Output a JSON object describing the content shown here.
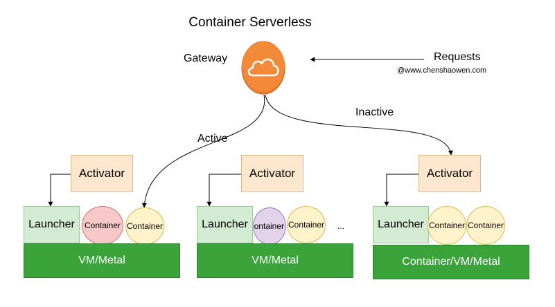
{
  "title": "Container Serverless",
  "gateway": {
    "label": "Gateway",
    "icon": "cloud-icon"
  },
  "requests": {
    "label": "Requests",
    "credit": "@www.chenshaowen.com"
  },
  "edges": {
    "active": "Active",
    "inactive": "Inactive"
  },
  "colors": {
    "gateway": "#ee7d2e",
    "activator_fill": "#fde7cf",
    "launcher_fill": "#d4ebd3",
    "vm_fill": "#3aa33a",
    "container_red": "#f7c8c8",
    "container_yellow": "#fff3cc",
    "container_purple": "#e2d3ea"
  },
  "groups": [
    {
      "activator": "Activator",
      "launcher": "Launcher",
      "containers": [
        "Container",
        "Container"
      ],
      "extra": "",
      "base": "VM/Metal"
    },
    {
      "activator": "Activator",
      "launcher": "Launcher",
      "containers": [
        "Container",
        "Container"
      ],
      "extra": "...",
      "base": "VM/Metal"
    },
    {
      "activator": "Activator",
      "launcher": "Launcher",
      "containers": [
        "Container",
        "Container"
      ],
      "extra": "",
      "base": "Container/VM/Metal"
    }
  ]
}
